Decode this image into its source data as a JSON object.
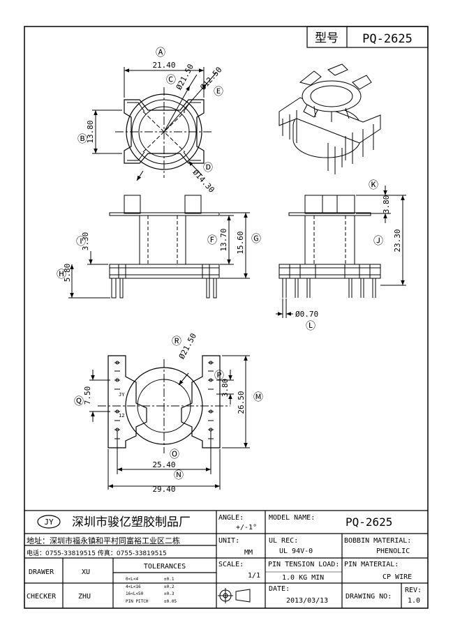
{
  "header": {
    "type_label": "型号",
    "part_number": "PQ-2625"
  },
  "top_view": {
    "markers": {
      "a": "Ⓐ",
      "b": "Ⓑ",
      "c": "Ⓒ",
      "d": "Ⓓ",
      "e": "Ⓔ"
    },
    "dims": {
      "a": "21.40",
      "b": "13.80",
      "c": "Ø21.50",
      "d": "Ø14.30",
      "e": "Ø12.50"
    }
  },
  "front_view": {
    "markers": {
      "f": "Ⓕ",
      "g": "Ⓖ",
      "h": "Ⓗ",
      "i": "Ⓘ"
    },
    "dims": {
      "f": "13.70",
      "g": "15.60",
      "h": "5.80",
      "i": "3.30"
    }
  },
  "side_view": {
    "markers": {
      "j": "Ⓙ",
      "k": "Ⓚ",
      "l": "Ⓛ"
    },
    "dims": {
      "j": "23.30",
      "k": "3.80",
      "l": "Ø0.70"
    }
  },
  "bottom_view": {
    "markers": {
      "m": "Ⓜ",
      "n": "Ⓝ",
      "o": "Ⓞ",
      "p": "Ⓟ",
      "q": "Ⓠ",
      "r": "Ⓡ"
    },
    "dims": {
      "m": "26.50",
      "n": "29.40",
      "o": "25.40",
      "p": "3.80",
      "q": "7.50",
      "r": "Ø21.50"
    },
    "pin_labels": {
      "jy": "JY",
      "pin12": "12"
    }
  },
  "title_block": {
    "logo": "JY",
    "company": "深圳市骏亿塑胶制品厂",
    "address": "地址：深圳市福永镇和平村同富裕工业区二栋",
    "phone": "电话：0755-33819515 传真：0755-33819515",
    "angle_label": "ANGLE:",
    "angle_value": "+/-1°",
    "model_label": "MODEL NAME:",
    "model_value": "PQ-2625",
    "unit_label": "UNIT:",
    "unit_value": "MM",
    "ul_label": "UL REC:",
    "ul_value": "UL 94V-0",
    "bobbin_label": "BOBBIN MATERIAL:",
    "bobbin_value": "PHENOLIC",
    "drawer_label": "DRAWER",
    "drawer_value": "XU",
    "tolerances_label": "TOLERANCES",
    "tol": [
      {
        "range": "0<L<4",
        "value": "±0.1"
      },
      {
        "range": "4<L<16",
        "value": "±0.2"
      },
      {
        "range": "16<L<50",
        "value": "±0.3"
      },
      {
        "range": "PIN PITCH",
        "value": "±0.05"
      }
    ],
    "scale_label": "SCALE:",
    "scale_value": "1/1",
    "pin_tension_label": "PIN TENSION LOAD:",
    "pin_tension_value": "1.0 KG MIN",
    "pin_material_label": "PIN MATERIAL:",
    "pin_material_value": "CP WIRE",
    "checker_label": "CHECKER",
    "checker_value": "ZHU",
    "date_label": "DATE:",
    "date_value": "2013/03/13",
    "drawing_no_label": "DRAWING NO:",
    "rev_label": "REV:",
    "rev_value": "1.0"
  }
}
